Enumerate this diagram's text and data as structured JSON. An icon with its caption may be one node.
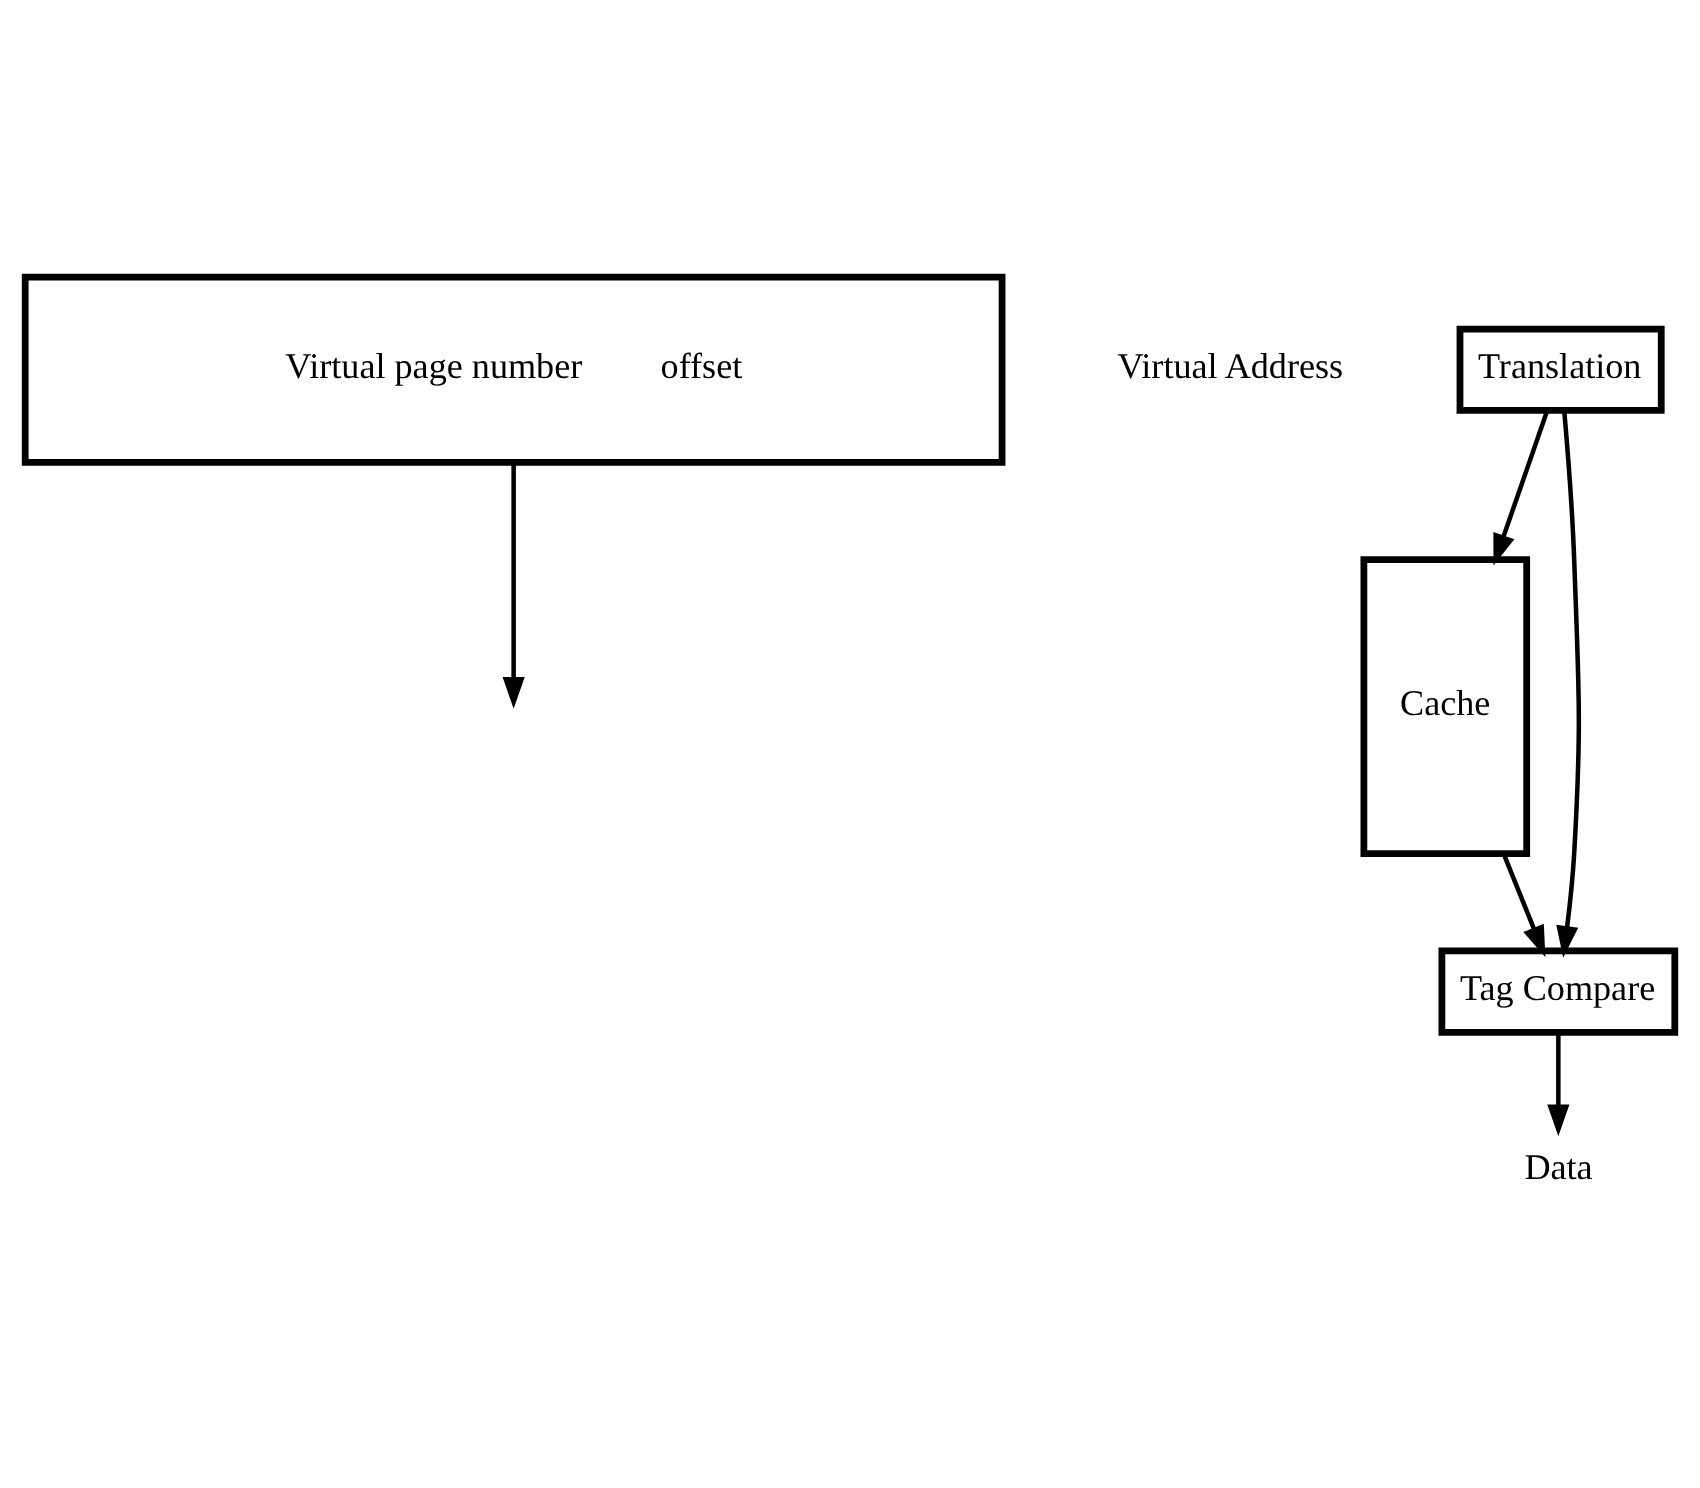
{
  "diagram": {
    "nodes": [
      {
        "text": [
          "Virtual page number",
          "offset"
        ],
        "beside": [
          "Virtual Address"
        ]
      },
      {
        "text": [
          "Translation"
        ]
      },
      {
        "text": [
          "Cache"
        ]
      },
      {
        "text": [
          "Tag Compare"
        ]
      },
      {
        "text": [
          "Data"
        ]
      }
    ],
    "edges": [
      {
        "from": 0,
        "to": null,
        "arrow": "to"
      },
      {
        "from": 1,
        "to": 2,
        "arrow": "to"
      },
      {
        "from": 1,
        "to": 3,
        "arrow": "to"
      },
      {
        "from": 2,
        "to": 3,
        "arrow": "to"
      },
      {
        "from": 3,
        "to": 4,
        "arrow": "to"
      }
    ]
  }
}
